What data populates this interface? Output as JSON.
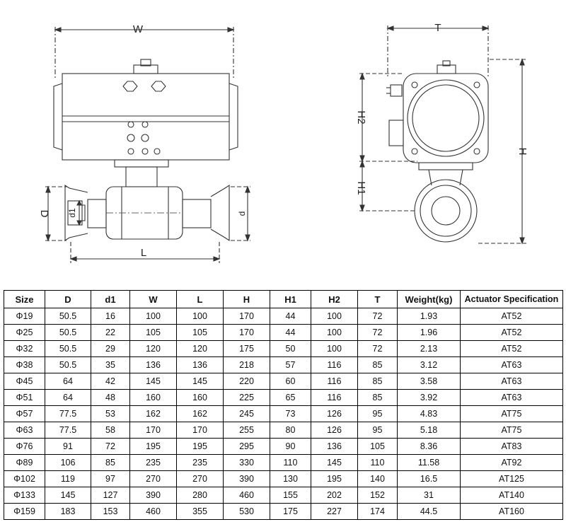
{
  "labels": {
    "W": "W",
    "L": "L",
    "D": "D",
    "d1": "d1",
    "d": "d",
    "T": "T",
    "H": "H",
    "H1": "H1",
    "H2": "H2"
  },
  "table": {
    "headers": [
      "Size",
      "D",
      "d1",
      "W",
      "L",
      "H",
      "H1",
      "H2",
      "T",
      "Weight(kg)",
      "Actuator Specification"
    ],
    "rows": [
      [
        "Φ19",
        "50.5",
        "16",
        "100",
        "100",
        "170",
        "44",
        "100",
        "72",
        "1.93",
        "AT52"
      ],
      [
        "Φ25",
        "50.5",
        "22",
        "105",
        "105",
        "170",
        "44",
        "100",
        "72",
        "1.96",
        "AT52"
      ],
      [
        "Φ32",
        "50.5",
        "29",
        "120",
        "120",
        "175",
        "50",
        "100",
        "72",
        "2.13",
        "AT52"
      ],
      [
        "Φ38",
        "50.5",
        "35",
        "136",
        "136",
        "218",
        "57",
        "116",
        "85",
        "3.12",
        "AT63"
      ],
      [
        "Φ45",
        "64",
        "42",
        "145",
        "145",
        "220",
        "60",
        "116",
        "85",
        "3.58",
        "AT63"
      ],
      [
        "Φ51",
        "64",
        "48",
        "160",
        "160",
        "225",
        "65",
        "116",
        "85",
        "3.92",
        "AT63"
      ],
      [
        "Φ57",
        "77.5",
        "53",
        "162",
        "162",
        "245",
        "73",
        "126",
        "95",
        "4.83",
        "AT75"
      ],
      [
        "Φ63",
        "77.5",
        "58",
        "170",
        "170",
        "255",
        "80",
        "126",
        "95",
        "5.18",
        "AT75"
      ],
      [
        "Φ76",
        "91",
        "72",
        "195",
        "195",
        "295",
        "90",
        "136",
        "105",
        "8.36",
        "AT83"
      ],
      [
        "Φ89",
        "106",
        "85",
        "235",
        "235",
        "330",
        "110",
        "145",
        "110",
        "11.58",
        "AT92"
      ],
      [
        "Φ102",
        "119",
        "97",
        "270",
        "270",
        "390",
        "130",
        "195",
        "140",
        "16.5",
        "AT125"
      ],
      [
        "Φ133",
        "145",
        "127",
        "390",
        "280",
        "460",
        "155",
        "202",
        "152",
        "31",
        "AT140"
      ],
      [
        "Φ159",
        "183",
        "153",
        "460",
        "355",
        "530",
        "175",
        "227",
        "174",
        "44.5",
        "AT160"
      ]
    ]
  }
}
